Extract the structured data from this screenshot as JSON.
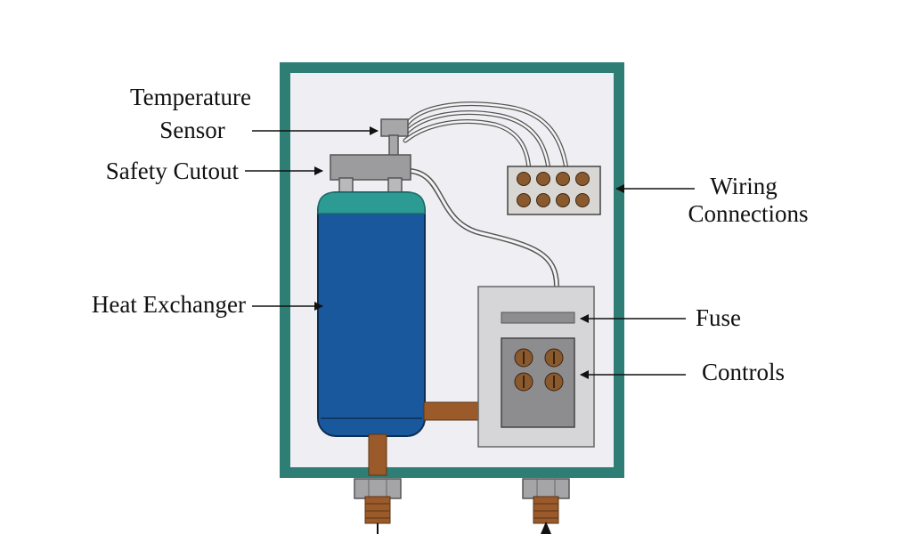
{
  "labels": {
    "temperature_sensor_line1": "Temperature",
    "temperature_sensor_line2": "Sensor",
    "safety_cutout": "Safety Cutout",
    "heat_exchanger": "Heat Exchanger",
    "wiring_connections_line1": "Wiring",
    "wiring_connections_line2": "Connections",
    "fuse": "Fuse",
    "controls": "Controls"
  },
  "colors": {
    "housing_border": "#2f7e76",
    "housing_interior": "#efeef2",
    "tank_body": "#19589c",
    "tank_cap": "#2c9b94",
    "copper_pipe": "#9a5a2a",
    "terminal_dot": "#8a5a2e",
    "panel_grey": "#c9c9cb"
  }
}
